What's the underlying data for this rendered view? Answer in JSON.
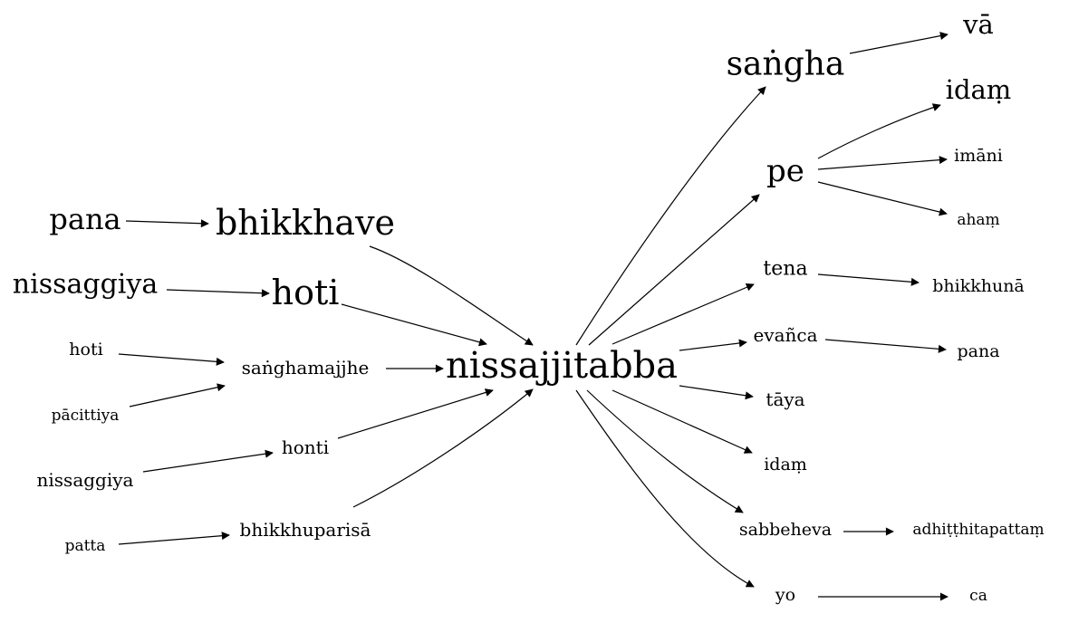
{
  "nodes": [
    {
      "id": "nissajjitabba",
      "label": "nissajjitabba"
    },
    {
      "id": "pana_l",
      "label": "pana"
    },
    {
      "id": "bhikkhave",
      "label": "bhikkhave"
    },
    {
      "id": "nissaggiya_1",
      "label": "nissaggiya"
    },
    {
      "id": "hoti_big",
      "label": "hoti"
    },
    {
      "id": "hoti_small",
      "label": "hoti"
    },
    {
      "id": "pacittiya",
      "label": "pācittiya"
    },
    {
      "id": "sanghamajjhe",
      "label": "saṅghamajjhe"
    },
    {
      "id": "nissaggiya_2",
      "label": "nissaggiya"
    },
    {
      "id": "honti",
      "label": "honti"
    },
    {
      "id": "patta",
      "label": "patta"
    },
    {
      "id": "bhikkhuparisa",
      "label": "bhikkhuparisā"
    },
    {
      "id": "sangha",
      "label": "saṅgha"
    },
    {
      "id": "va",
      "label": "vā"
    },
    {
      "id": "pe",
      "label": "pe"
    },
    {
      "id": "idam_1",
      "label": "idaṃ"
    },
    {
      "id": "imani",
      "label": "imāni"
    },
    {
      "id": "aham",
      "label": "ahaṃ"
    },
    {
      "id": "tena",
      "label": "tena"
    },
    {
      "id": "bhikkhuna",
      "label": "bhikkhunā"
    },
    {
      "id": "evanca",
      "label": "evañca"
    },
    {
      "id": "pana_r",
      "label": "pana"
    },
    {
      "id": "taya",
      "label": "tāya"
    },
    {
      "id": "idam_2",
      "label": "idaṃ"
    },
    {
      "id": "sabbeheva",
      "label": "sabbeheva"
    },
    {
      "id": "adhitthita",
      "label": "adhiṭṭhitapattaṃ"
    },
    {
      "id": "yo",
      "label": "yo"
    },
    {
      "id": "ca",
      "label": "ca"
    }
  ],
  "edges": [
    {
      "from": "pana_l",
      "to": "bhikkhave"
    },
    {
      "from": "nissaggiya_1",
      "to": "hoti_big"
    },
    {
      "from": "hoti_small",
      "to": "sanghamajjhe"
    },
    {
      "from": "pacittiya",
      "to": "sanghamajjhe"
    },
    {
      "from": "nissaggiya_2",
      "to": "honti"
    },
    {
      "from": "patta",
      "to": "bhikkhuparisa"
    },
    {
      "from": "bhikkhave",
      "to": "nissajjitabba"
    },
    {
      "from": "hoti_big",
      "to": "nissajjitabba"
    },
    {
      "from": "sanghamajjhe",
      "to": "nissajjitabba"
    },
    {
      "from": "honti",
      "to": "nissajjitabba"
    },
    {
      "from": "bhikkhuparisa",
      "to": "nissajjitabba"
    },
    {
      "from": "nissajjitabba",
      "to": "sangha"
    },
    {
      "from": "nissajjitabba",
      "to": "pe"
    },
    {
      "from": "nissajjitabba",
      "to": "tena"
    },
    {
      "from": "nissajjitabba",
      "to": "evanca"
    },
    {
      "from": "nissajjitabba",
      "to": "taya"
    },
    {
      "from": "nissajjitabba",
      "to": "idam_2"
    },
    {
      "from": "nissajjitabba",
      "to": "sabbeheva"
    },
    {
      "from": "nissajjitabba",
      "to": "yo"
    },
    {
      "from": "sangha",
      "to": "va"
    },
    {
      "from": "pe",
      "to": "idam_1"
    },
    {
      "from": "pe",
      "to": "imani"
    },
    {
      "from": "pe",
      "to": "aham"
    },
    {
      "from": "tena",
      "to": "bhikkhuna"
    },
    {
      "from": "evanca",
      "to": "pana_r"
    },
    {
      "from": "sabbeheva",
      "to": "adhitthita"
    },
    {
      "from": "yo",
      "to": "ca"
    }
  ]
}
